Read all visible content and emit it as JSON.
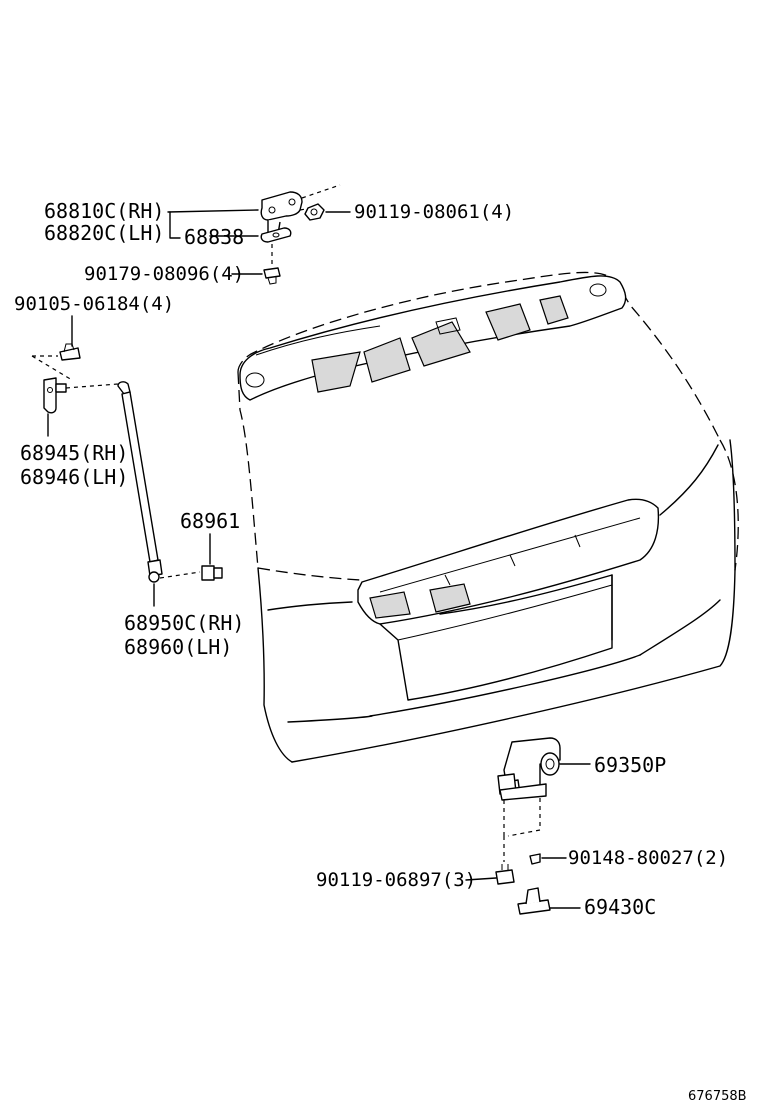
{
  "parts": {
    "hinge_rh": "68810C(RH)",
    "hinge_lh": "68820C(LH)",
    "hinge_shim": "68838",
    "hinge_nut": "90119-08061(4)",
    "hinge_bolt": "90179-08096(4)",
    "stay_bolt": "90105-06184(4)",
    "stay_rh": "68945(RH)",
    "stay_lh": "68946(LH)",
    "stay_ball_stud": "68961",
    "damper_rh": "68950C(RH)",
    "damper_lh": "68960(LH)",
    "lock": "69350P",
    "screw": "90148-80027(2)",
    "lock_bolt": "90119-06897(3)",
    "striker": "69430C"
  },
  "figure_id": "676758B"
}
